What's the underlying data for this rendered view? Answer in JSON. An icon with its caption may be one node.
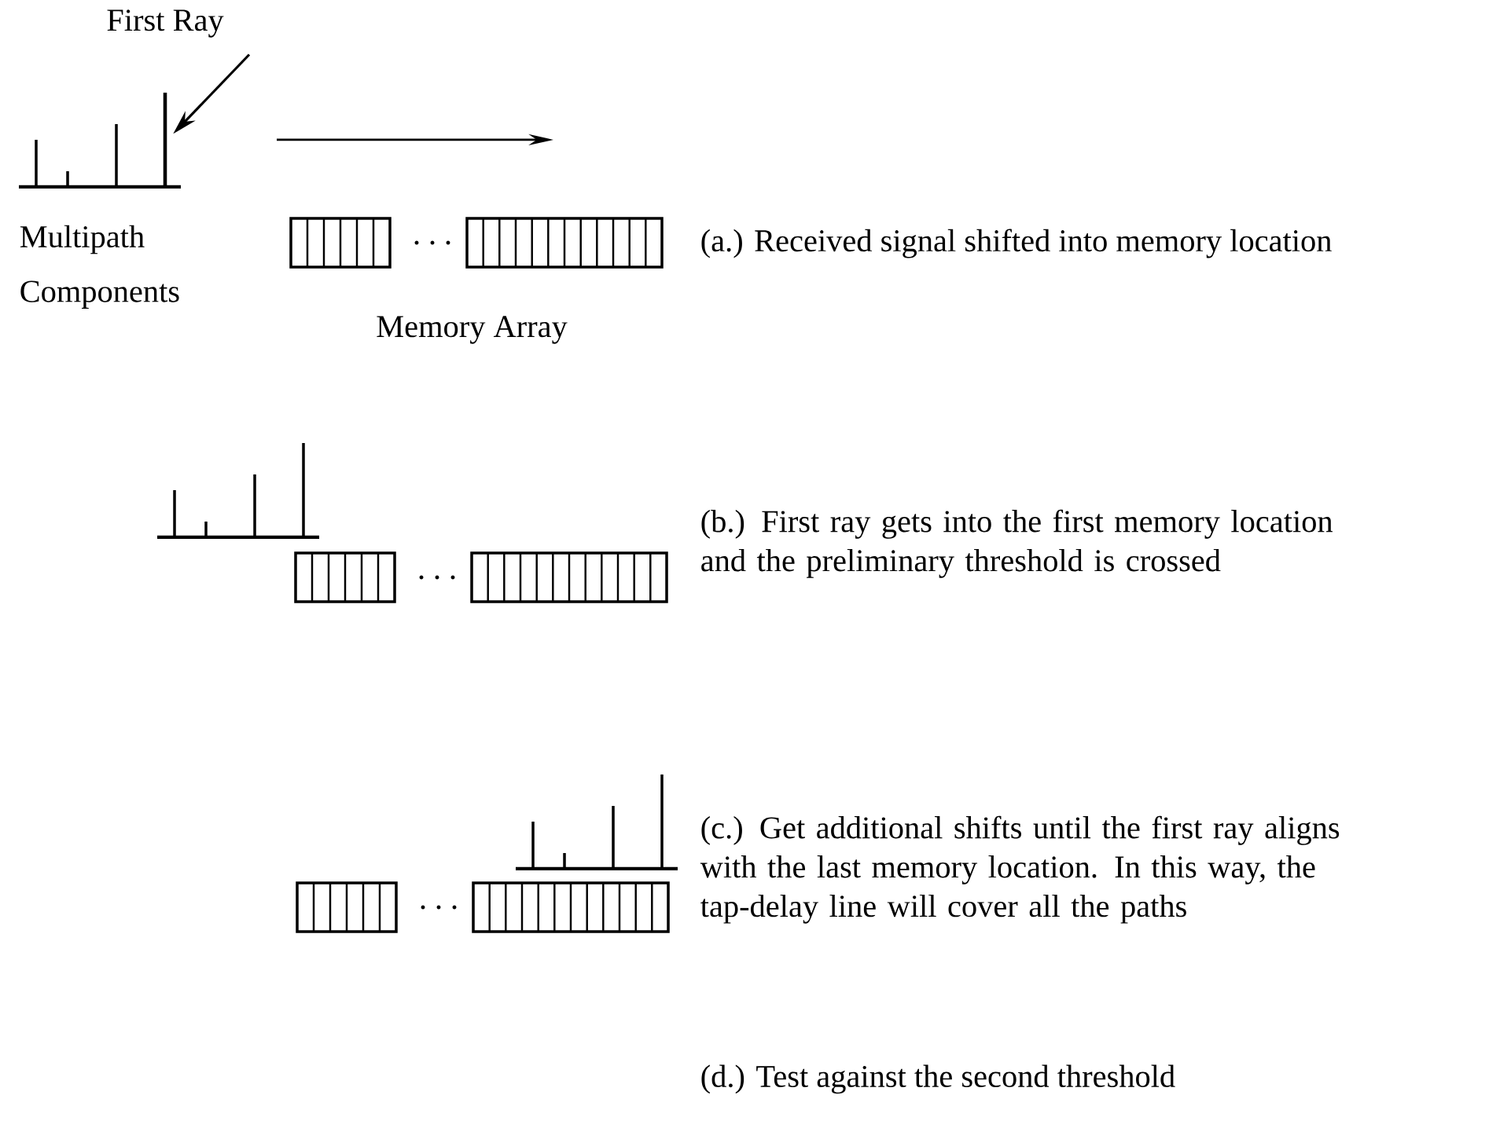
{
  "diagram": {
    "nodes": [
      {
        "text": [
          "First Ray"
        ]
      },
      {
        "text": [],
        "shape": "bar"
      }
    ],
    "edges": [
      {
        "from": 0,
        "to": 1,
        "arrow": "to"
      }
    ],
    "labels": [
      "Multipath Components",
      "Memory Array",
      "(a.) Received signal shifted into memory location",
      "(b.) First ray gets into the first memory location and the preliminary threshold is crossed",
      "(c.) Get additional shifts until the first ray aligns with the last memory location. In this way, the tap-delay line will cover all the paths",
      "(d.) Test against the second threshold"
    ]
  }
}
